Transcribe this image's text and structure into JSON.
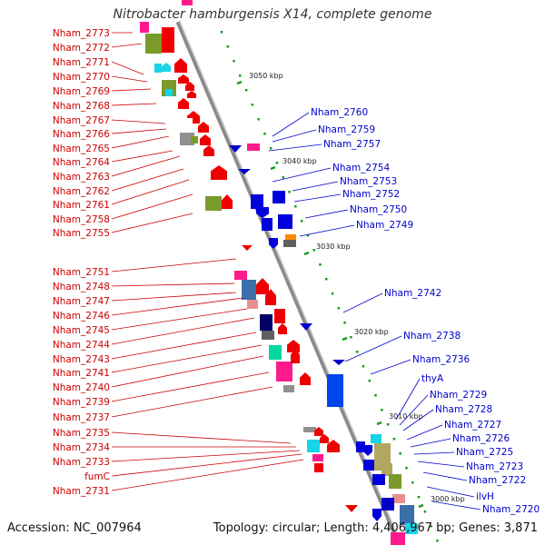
{
  "title": "Nitrobacter hamburgensis X14, complete genome",
  "accession_text": "Accession: NC_007964",
  "summary_text": "Topology: circular; Length: 4,406,967 bp; Genes: 3,871",
  "colors": {
    "left_label": "#cc0000",
    "right_label": "#0000cc",
    "backbone": "#8a8a8a",
    "tick": "#1a9a1a"
  },
  "ticks": [
    "3050 kbp",
    "3040 kbp",
    "3030 kbp",
    "3020 kbp",
    "3010 kbp",
    "3000 kbp"
  ],
  "left_labels": [
    "Nham_2773",
    "Nham_2772",
    "Nham_2771",
    "Nham_2770",
    "Nham_2769",
    "Nham_2768",
    "Nham_2767",
    "Nham_2766",
    "Nham_2765",
    "Nham_2764",
    "Nham_2763",
    "Nham_2762",
    "Nham_2761",
    "Nham_2758",
    "Nham_2755",
    "Nham_2751",
    "Nham_2748",
    "Nham_2747",
    "Nham_2746",
    "Nham_2745",
    "Nham_2744",
    "Nham_2743",
    "Nham_2741",
    "Nham_2740",
    "Nham_2739",
    "Nham_2737",
    "Nham_2735",
    "Nham_2734",
    "Nham_2733",
    "fumC",
    "Nham_2731"
  ],
  "right_labels": [
    "Nham_2760",
    "Nham_2759",
    "Nham_2757",
    "Nham_2754",
    "Nham_2753",
    "Nham_2752",
    "Nham_2750",
    "Nham_2749",
    "Nham_2742",
    "Nham_2738",
    "Nham_2736",
    "thyA",
    "Nham_2729",
    "Nham_2728",
    "Nham_2727",
    "Nham_2726",
    "Nham_2725",
    "Nham_2723",
    "Nham_2722",
    "ilvH",
    "Nham_2720"
  ]
}
